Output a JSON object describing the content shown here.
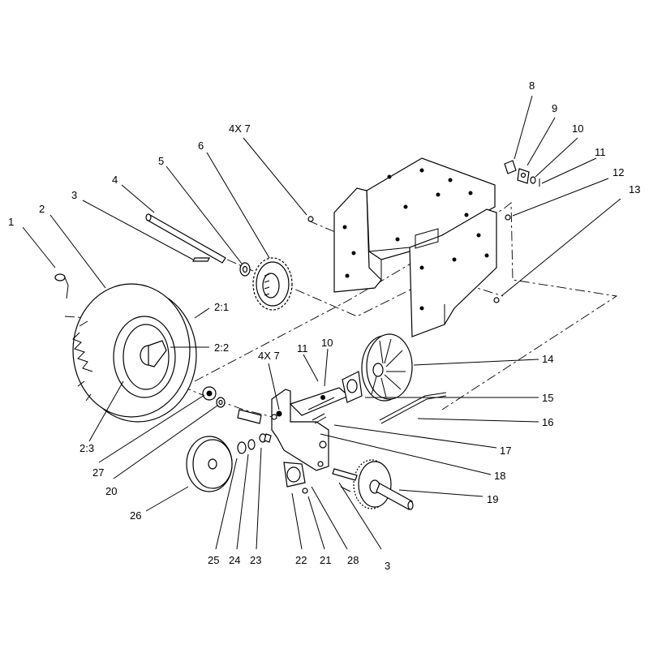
{
  "callouts": {
    "c1": "1",
    "c2": "2",
    "c3": "3",
    "c4": "4",
    "c5": "5",
    "c6": "6",
    "c4x7a": "4X 7",
    "c8": "8",
    "c9": "9",
    "c10a": "10",
    "c11a": "11",
    "c12": "12",
    "c13": "13",
    "c2_1": "2:1",
    "c2_2": "2:2",
    "c11b": "11",
    "c10b": "10",
    "c4x7b": "4X 7",
    "c14": "14",
    "c15": "15",
    "c16": "16",
    "c17": "17",
    "c18": "18",
    "c19": "19",
    "c2_3": "2:3",
    "c27": "27",
    "c20": "20",
    "c26": "26",
    "c25": "25",
    "c24": "24",
    "c23": "23",
    "c22": "22",
    "c21": "21",
    "c28": "28",
    "c3b": "3"
  },
  "colors": {
    "line": "#000000",
    "background": "#ffffff"
  }
}
